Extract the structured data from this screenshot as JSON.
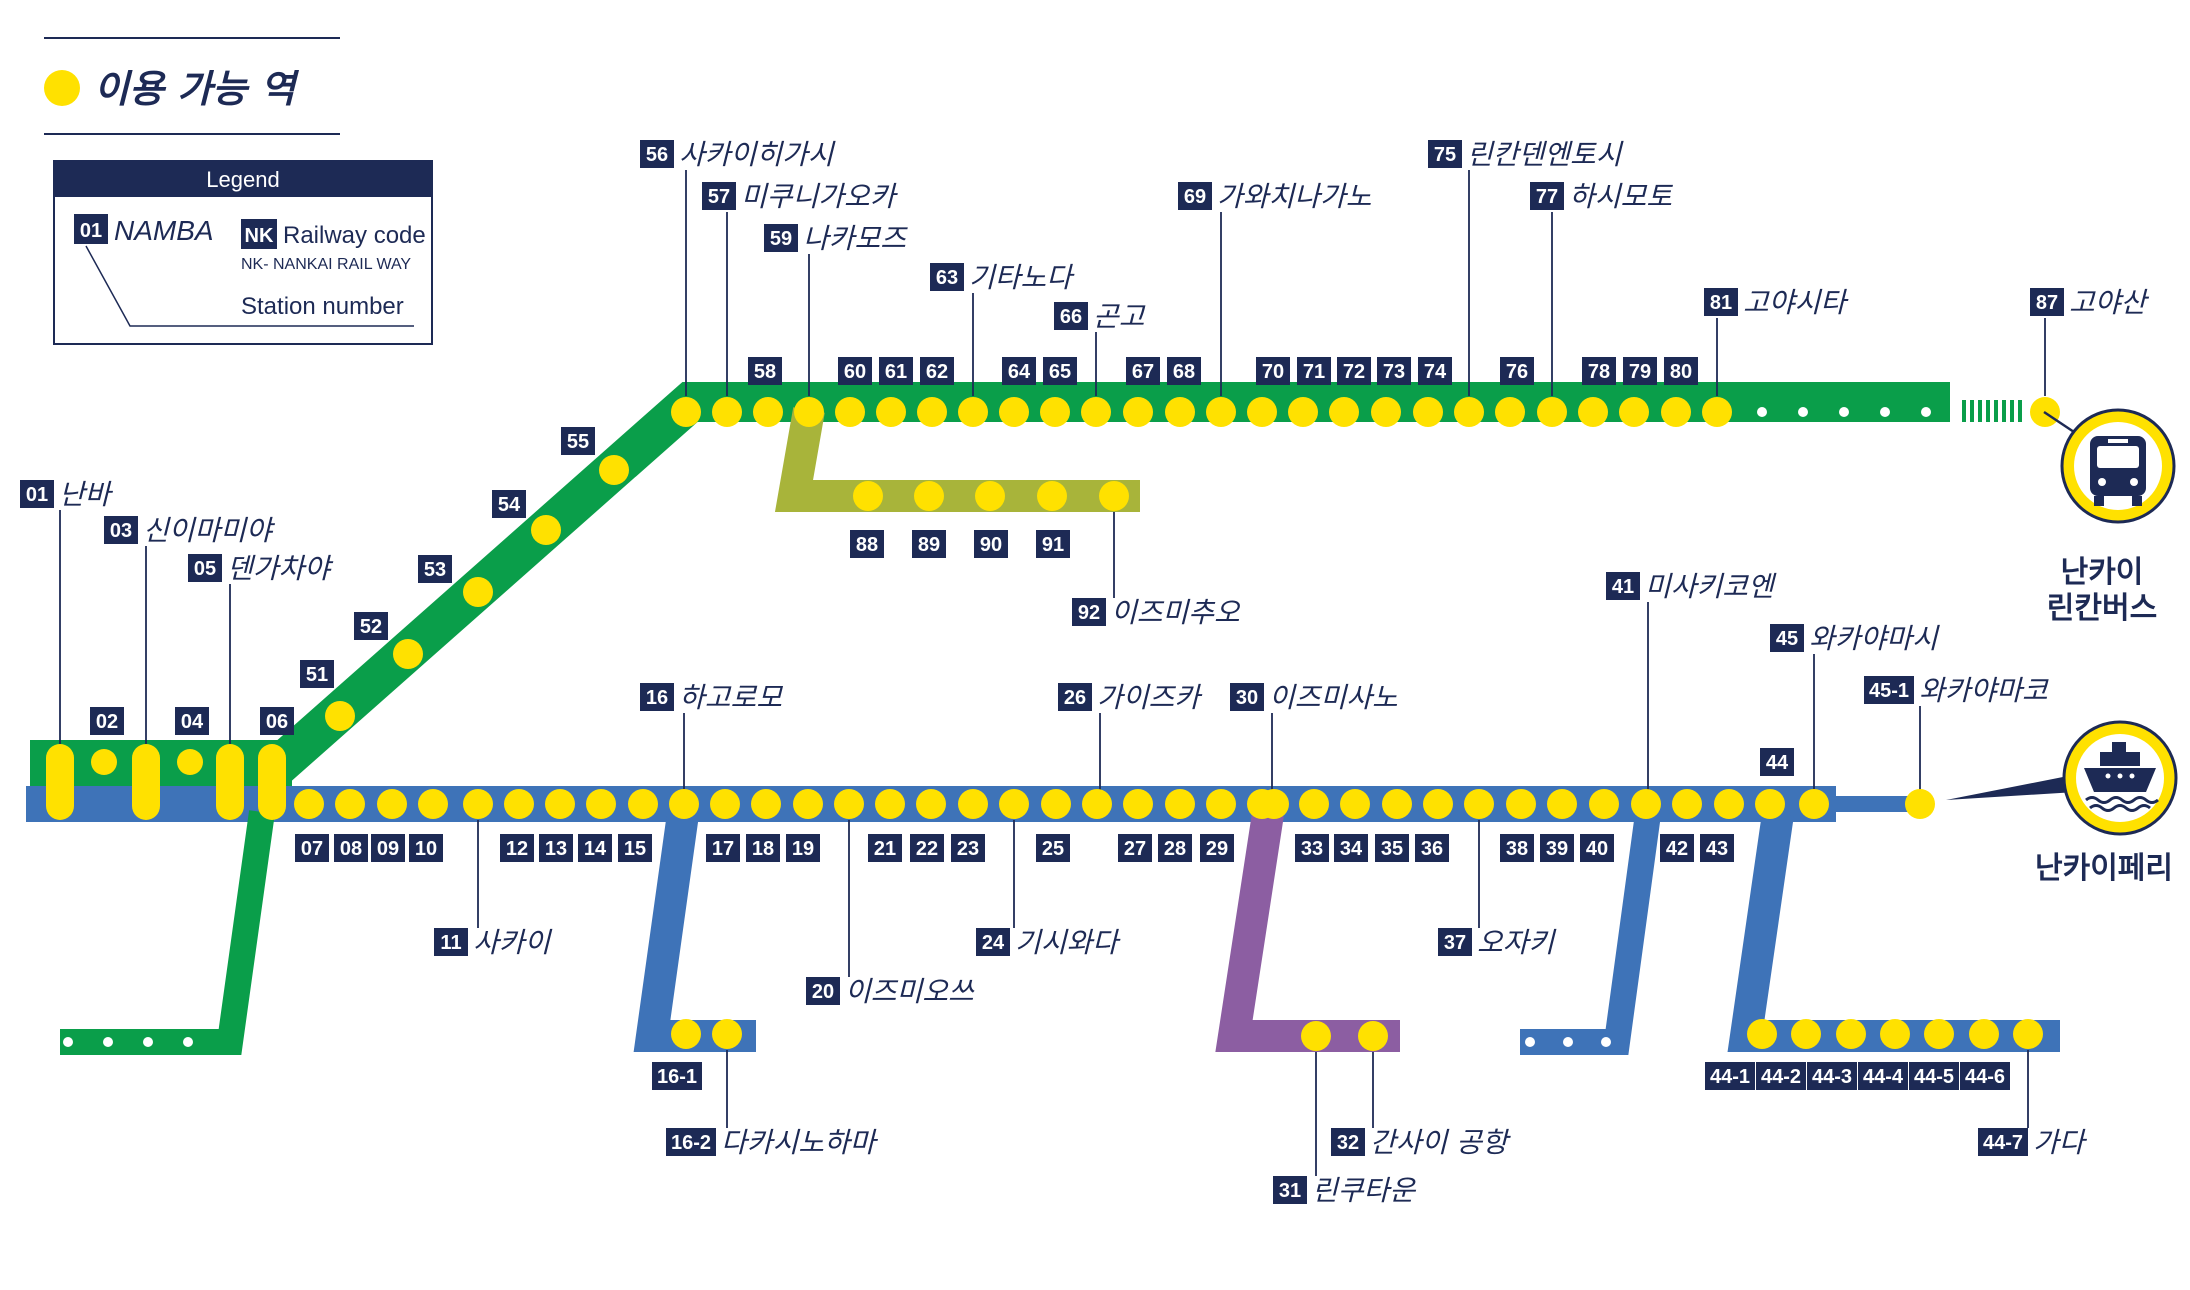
{
  "colors": {
    "navy": "#1d2a55",
    "green": "#0a9e4a",
    "blue": "#3e73b8",
    "olive": "#a8b43a",
    "purple": "#8c5ea2",
    "yellow": "#ffe100",
    "white": "#ffffff"
  },
  "header": {
    "title": "이용 가능 역"
  },
  "legend": {
    "title": "Legend",
    "example_code": "01",
    "example_name": "NAMBA",
    "railway_code_badge": "NK",
    "railway_code_label": "Railway code",
    "railway_code_note": "NK- NANKAI RAIL WAY",
    "station_number_label": "Station number"
  },
  "named_stations": [
    {
      "id": "n01",
      "code": "01",
      "name": "난바"
    },
    {
      "id": "n03",
      "code": "03",
      "name": "신이마미야"
    },
    {
      "id": "n05",
      "code": "05",
      "name": "덴가차야"
    },
    {
      "id": "n11",
      "code": "11",
      "name": "사카이"
    },
    {
      "id": "n16",
      "code": "16",
      "name": "하고로모"
    },
    {
      "id": "n16b",
      "code": "16-2",
      "name": "다카시노하마"
    },
    {
      "id": "n20",
      "code": "20",
      "name": "이즈미오쓰"
    },
    {
      "id": "n24",
      "code": "24",
      "name": "기시와다"
    },
    {
      "id": "n26",
      "code": "26",
      "name": "가이즈카"
    },
    {
      "id": "n30",
      "code": "30",
      "name": "이즈미사노"
    },
    {
      "id": "n31",
      "code": "31",
      "name": "린쿠타운"
    },
    {
      "id": "n32",
      "code": "32",
      "name": "간사이 공항"
    },
    {
      "id": "n37",
      "code": "37",
      "name": "오자키"
    },
    {
      "id": "n41",
      "code": "41",
      "name": "미사키코엔"
    },
    {
      "id": "n45",
      "code": "45",
      "name": "와카야마시"
    },
    {
      "id": "n451",
      "code": "45-1",
      "name": "와카야마코"
    },
    {
      "id": "n447",
      "code": "44-7",
      "name": "가다"
    },
    {
      "id": "n56",
      "code": "56",
      "name": "사카이히가시"
    },
    {
      "id": "n57",
      "code": "57",
      "name": "미쿠니가오카"
    },
    {
      "id": "n59",
      "code": "59",
      "name": "나카모즈"
    },
    {
      "id": "n63",
      "code": "63",
      "name": "기타노다"
    },
    {
      "id": "n66",
      "code": "66",
      "name": "곤고"
    },
    {
      "id": "n69",
      "code": "69",
      "name": "가와치나가노"
    },
    {
      "id": "n75",
      "code": "75",
      "name": "린칸덴엔토시"
    },
    {
      "id": "n77",
      "code": "77",
      "name": "하시모토"
    },
    {
      "id": "n81",
      "code": "81",
      "name": "고야시타"
    },
    {
      "id": "n87",
      "code": "87",
      "name": "고야산"
    },
    {
      "id": "n92",
      "code": "92",
      "name": "이즈미추오"
    }
  ],
  "plain_codes": {
    "top": [
      "02",
      "04",
      "06",
      "51",
      "52",
      "53",
      "54",
      "55",
      "58",
      "60",
      "61",
      "62",
      "64",
      "65",
      "67",
      "68",
      "70",
      "71",
      "72",
      "73",
      "74",
      "76",
      "78",
      "79",
      "80",
      "44"
    ],
    "bottom": [
      "07",
      "08",
      "09",
      "10",
      "12",
      "13",
      "14",
      "15",
      "17",
      "18",
      "19",
      "21",
      "22",
      "23",
      "25",
      "27",
      "28",
      "29",
      "33",
      "34",
      "35",
      "36",
      "38",
      "39",
      "40",
      "42",
      "43"
    ],
    "olive": [
      "88",
      "89",
      "90",
      "91"
    ],
    "branch": [
      "16-1",
      "44-1",
      "44-2",
      "44-3",
      "44-4",
      "44-5",
      "44-6"
    ]
  },
  "services": {
    "bus": {
      "line1": "난카이",
      "line2": "린칸버스",
      "icon": "bus-icon"
    },
    "ferry": {
      "line1": "난카이페리",
      "icon": "ship-icon"
    }
  }
}
